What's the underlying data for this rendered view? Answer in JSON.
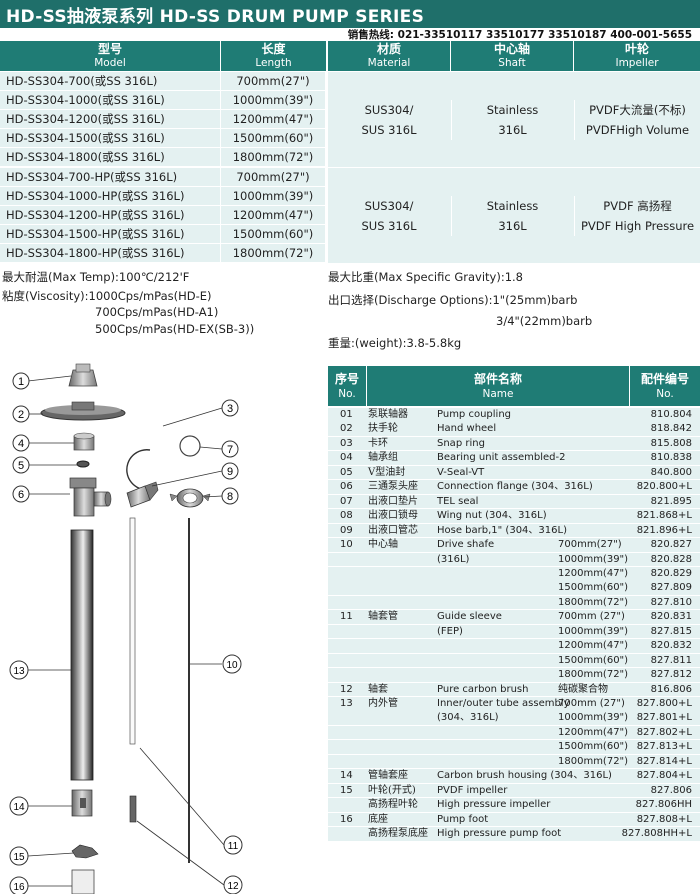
{
  "title": "HD-SS抽液泵系列 HD-SS DRUM PUMP SERIES",
  "hotline": "销售热线: 021-33510117 33510177 33510187 400-001-5655",
  "spec_table": {
    "headers": [
      {
        "zh": "型号",
        "en": "Model"
      },
      {
        "zh": "长度",
        "en": "Length"
      },
      {
        "zh": "材质",
        "en": "Material"
      },
      {
        "zh": "中心轴",
        "en": "Shaft"
      },
      {
        "zh": "叶轮",
        "en": "Impeller"
      }
    ],
    "rows": [
      {
        "model": "HD-SS304-700(或SS 316L)",
        "length": "700mm(27\")"
      },
      {
        "model": "HD-SS304-1000(或SS 316L)",
        "length": "1000mm(39\")"
      },
      {
        "model": "HD-SS304-1200(或SS 316L)",
        "length": "1200mm(47\")"
      },
      {
        "model": "HD-SS304-1500(或SS 316L)",
        "length": "1500mm(60\")"
      },
      {
        "model": "HD-SS304-1800(或SS 316L)",
        "length": "1800mm(72\")"
      },
      {
        "model": "HD-SS304-700-HP(或SS 316L)",
        "length": "700mm(27\")"
      },
      {
        "model": "HD-SS304-1000-HP(或SS 316L)",
        "length": "1000mm(39\")"
      },
      {
        "model": "HD-SS304-1200-HP(或SS 316L)",
        "length": "1200mm(47\")"
      },
      {
        "model": "HD-SS304-1500-HP(或SS 316L)",
        "length": "1500mm(60\")"
      },
      {
        "model": "HD-SS304-1800-HP(或SS 316L)",
        "length": "1800mm(72\")"
      }
    ],
    "groups": [
      {
        "material": [
          "SUS304/",
          "SUS 316L"
        ],
        "shaft": [
          "Stainless",
          "316L"
        ],
        "impeller": [
          "PVDF大流量(不标)",
          "PVDFHigh Volume"
        ]
      },
      {
        "material": [
          "SUS304/",
          "SUS 316L"
        ],
        "shaft": [
          "Stainless",
          "316L"
        ],
        "impeller": [
          "PVDF 高扬程",
          "PVDF High Pressure"
        ]
      }
    ]
  },
  "properties": {
    "max_temp": "最大耐温(Max Temp):100℃/212'F",
    "viscosity_1": "粘度(Viscosity):1000Cps/mPas(HD-E)",
    "viscosity_2": "700Cps/mPas(HD-A1)",
    "viscosity_3": "500Cps/mPas(HD-EX(SB-3))",
    "max_sg": "最大比重(Max Specific Gravity):1.8",
    "discharge_1": "出口选择(Discharge Options):1\"(25mm)barb",
    "discharge_2": "3/4\"(22mm)barb",
    "weight": "重量:(weight):3.8-5.8kg"
  },
  "parts_table": {
    "headers": [
      {
        "zh": "序号",
        "en": "No."
      },
      {
        "zh": "部件名称",
        "en": "Name"
      },
      {
        "zh": "配件编号",
        "en": "No."
      }
    ],
    "rows": [
      {
        "no": "01",
        "zh": "泵联轴器",
        "en": "Pump coupling",
        "len": "",
        "pn": "810.804"
      },
      {
        "no": "02",
        "zh": "扶手轮",
        "en": "Hand wheel",
        "len": "",
        "pn": "818.842"
      },
      {
        "no": "03",
        "zh": "卡环",
        "en": "Snap ring",
        "len": "",
        "pn": "815.808"
      },
      {
        "no": "04",
        "zh": "轴承组",
        "en": "Bearing unit assembled-2",
        "len": "",
        "pn": "810.838"
      },
      {
        "no": "05",
        "zh": "V型油封",
        "en": "V-Seal-VT",
        "len": "",
        "pn": "840.800"
      },
      {
        "no": "06",
        "zh": "三通泵头座",
        "en": "Connection flange (304、316L)",
        "len": "",
        "pn": "820.800+L"
      },
      {
        "no": "07",
        "zh": "出液口垫片",
        "en": "TEL seal",
        "len": "",
        "pn": "821.895"
      },
      {
        "no": "08",
        "zh": "出液口锁母",
        "en": "Wing nut (304、316L)",
        "len": "",
        "pn": "821.868+L"
      },
      {
        "no": "09",
        "zh": "出液口管芯",
        "en": "Hose barb,1\" (304、316L)",
        "len": "",
        "pn": "821.896+L"
      },
      {
        "no": "10",
        "zh": "中心轴",
        "en": "Drive shafe",
        "len": "700mm(27\")",
        "pn": "820.827"
      },
      {
        "no": "",
        "zh": "",
        "en": "(316L)",
        "len": "1000mm(39\")",
        "pn": "820.828"
      },
      {
        "no": "",
        "zh": "",
        "en": "",
        "len": "1200mm(47\")",
        "pn": "820.829"
      },
      {
        "no": "",
        "zh": "",
        "en": "",
        "len": "1500mm(60\")",
        "pn": "827.809"
      },
      {
        "no": "",
        "zh": "",
        "en": "",
        "len": "1800mm(72\")",
        "pn": "827.810"
      },
      {
        "no": "11",
        "zh": "轴套管",
        "en": "Guide sleeve",
        "len": "700mm (27\")",
        "pn": "820.831"
      },
      {
        "no": "",
        "zh": "",
        "en": "(FEP)",
        "len": "1000mm(39\")",
        "pn": "827.815"
      },
      {
        "no": "",
        "zh": "",
        "en": "",
        "len": "1200mm(47\")",
        "pn": "820.832"
      },
      {
        "no": "",
        "zh": "",
        "en": "",
        "len": "1500mm(60\")",
        "pn": "827.811"
      },
      {
        "no": "",
        "zh": "",
        "en": "",
        "len": "1800mm(72\")",
        "pn": "827.812"
      },
      {
        "no": "12",
        "zh": "轴套",
        "en": "Pure carbon brush",
        "len": "纯碳聚合物",
        "pn": "816.806"
      },
      {
        "no": "13",
        "zh": "内外管",
        "en": "Inner/outer tube assembly",
        "len": "700mm (27\")",
        "pn": "827.800+L"
      },
      {
        "no": "",
        "zh": "",
        "en": "(304、316L)",
        "len": "1000mm(39\")",
        "pn": "827.801+L"
      },
      {
        "no": "",
        "zh": "",
        "en": "",
        "len": "1200mm(47\")",
        "pn": "827.802+L"
      },
      {
        "no": "",
        "zh": "",
        "en": "",
        "len": "1500mm(60\")",
        "pn": "827.813+L"
      },
      {
        "no": "",
        "zh": "",
        "en": "",
        "len": "1800mm(72\")",
        "pn": "827.814+L"
      },
      {
        "no": "14",
        "zh": "管轴套座",
        "en": "Carbon brush housing (304、316L)",
        "len": "",
        "pn": "827.804+L"
      },
      {
        "no": "15",
        "zh": "叶轮(开式)",
        "en": "PVDF impeller",
        "len": "",
        "pn": "827.806"
      },
      {
        "no": "",
        "zh": "高扬程叶轮",
        "en": "High pressure impeller",
        "len": "",
        "pn": "827.806HH"
      },
      {
        "no": "16",
        "zh": "底座",
        "en": "Pump foot",
        "len": "",
        "pn": "827.808+L"
      },
      {
        "no": "",
        "zh": "高扬程泵底座",
        "en": "High pressure pump foot",
        "len": "",
        "pn": "827.808HH+L"
      }
    ]
  },
  "callouts": [
    "1",
    "2",
    "3",
    "4",
    "5",
    "6",
    "7",
    "8",
    "9",
    "10",
    "11",
    "12",
    "13",
    "14",
    "15",
    "16"
  ],
  "colors": {
    "header_teal": "#1f7c75",
    "title_teal": "#1f6f6a",
    "cell_bg": "#e4f1f1"
  }
}
